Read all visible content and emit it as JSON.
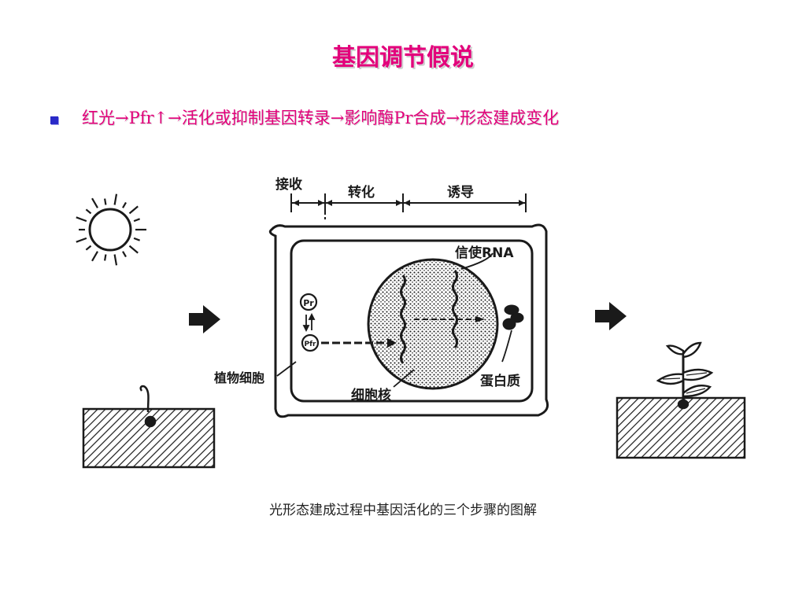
{
  "title": "基因调节假说",
  "bullet": "红光→Pfr↑→活化或抑制基因转录→影响酶Pr合成→形态建成变化",
  "figure": {
    "stage_labels": [
      "接收",
      "转化",
      "诱导"
    ],
    "mrna_label": "信使RNA",
    "pr_label": "Pr",
    "pfr_label": "Pfr",
    "cell_label": "植物细胞",
    "nucleus_label": "细胞核",
    "protein_label": "蛋白质",
    "caption": "光形态建成过程中基因活化的三个步骤的图解"
  },
  "colors": {
    "title": "#e3007b",
    "bullet_marker": "#2a2ac8",
    "line_art": "#1a1a1a"
  },
  "icons": [
    "sun-icon",
    "seedling-icon",
    "grown-plant-icon",
    "right-arrow-icon",
    "phytochrome-pr-icon",
    "phytochrome-pfr-icon"
  ]
}
